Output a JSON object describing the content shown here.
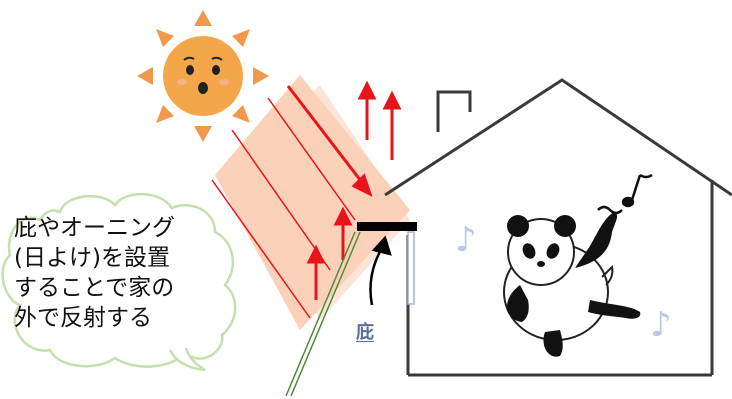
{
  "callout": {
    "lines": [
      "庇やオーニング",
      "(日よけ)を設置",
      "することで家の",
      "外で反射する"
    ]
  },
  "labels": {
    "eave": "庇"
  },
  "icons": {
    "sun": "sun-icon",
    "panda": "dancing-panda-icon",
    "note_left": "music-note-icon",
    "note_right": "music-note-icon",
    "note_top": "music-note-icon"
  },
  "glyphs": {
    "note": "♪"
  },
  "colors": {
    "sun_rays": "#f0994a",
    "sun_face": "#f4a64b",
    "sunlight_band": "#fbc9ae",
    "arrows": "#e8141a",
    "house_outline": "#3a3a3a",
    "callout_border": "#c5dfae",
    "eave": "#000000",
    "window": "#9db4d8",
    "music_notes": "#b7c9e8"
  }
}
